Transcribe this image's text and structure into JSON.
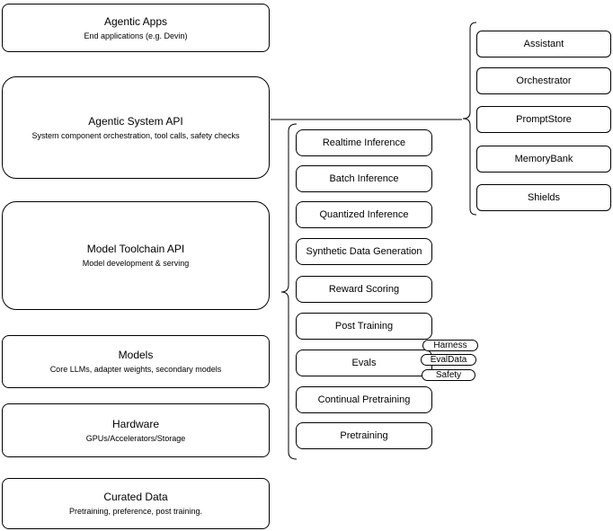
{
  "colors": {
    "stroke": "#000000",
    "fill": "#ffffff",
    "text": "#000000"
  },
  "left_column": [
    {
      "title": "Agentic Apps",
      "subtitle": "End applications (e.g. Devin)"
    },
    {
      "title": "Agentic System API",
      "subtitle": "System component orchestration, tool calls, safety checks"
    },
    {
      "title": "Model Toolchain API",
      "subtitle": "Model development & serving"
    },
    {
      "title": "Models",
      "subtitle": "Core LLMs, adapter weights, secondary models"
    },
    {
      "title": "Hardware",
      "subtitle": "GPUs/Accelerators/Storage"
    },
    {
      "title": "Curated Data",
      "subtitle": "Pretraining, preference, post training."
    }
  ],
  "toolchain_items": [
    "Realtime Inference",
    "Batch Inference",
    "Quantized Inference",
    "Synthetic Data Generation",
    "Reward Scoring",
    "Post Training",
    "Evals",
    "Continual Pretraining",
    "Pretraining"
  ],
  "evals_tags": [
    "Harness",
    "EvalData",
    "Safety"
  ],
  "system_components": [
    "Assistant",
    "Orchestrator",
    "PromptStore",
    "MemoryBank",
    "Shields"
  ]
}
